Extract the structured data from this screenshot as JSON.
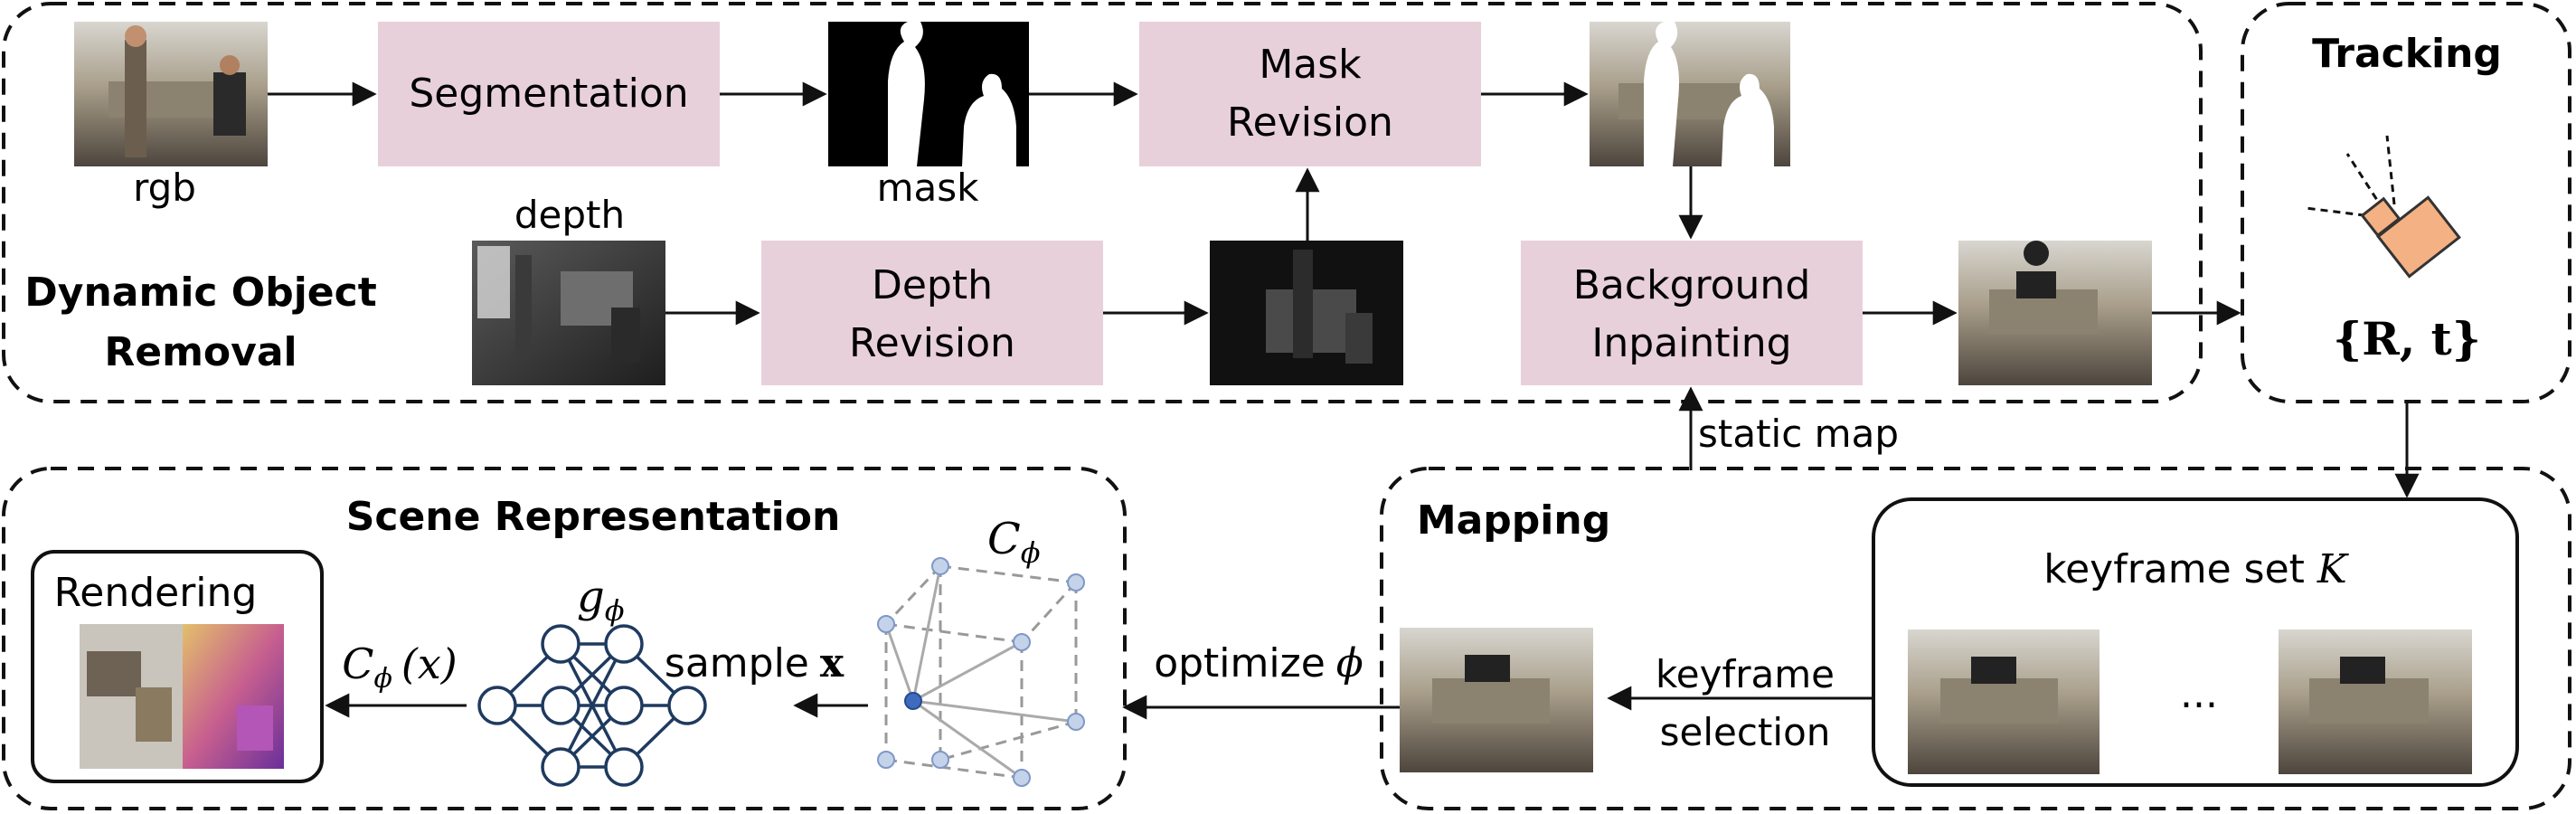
{
  "sections": {
    "dynamic_removal": "Dynamic Object\nRemoval",
    "tracking": "Tracking",
    "scene_representation": "Scene Representation",
    "mapping": "Mapping"
  },
  "boxes": {
    "segmentation": "Segmentation",
    "mask_revision": "Mask\nRevision",
    "depth_revision": "Depth\nRevision",
    "background_inpainting": "Background\nInpainting"
  },
  "labels": {
    "rgb": "rgb",
    "depth": "depth",
    "mask": "mask",
    "static_map": "static map",
    "keyframe_set": "keyframe set",
    "keyframe_set_symbol": "K",
    "ellipsis": "...",
    "keyframe_selection": "keyframe\nselection",
    "optimize": "optimize",
    "optimize_symbol": "ϕ",
    "sample": "sample",
    "sample_symbol": "x",
    "rendering": "Rendering",
    "net_symbol": "g",
    "net_subscript": "ϕ",
    "grid_symbol": "C",
    "grid_subscript": "ϕ",
    "query_symbol": "C",
    "query_subscript": "ϕ",
    "query_arg": "(x)",
    "pose": "{R, t}"
  },
  "colors": {
    "box_fill": "#e8d0da",
    "camera_fill": "#f4b183",
    "camera_stroke": "#333333",
    "grid_node": "#c5d3ea",
    "grid_node_active": "#3f6bbf",
    "network_stroke": "#1f3a5f",
    "render_right": "#b455b8"
  }
}
